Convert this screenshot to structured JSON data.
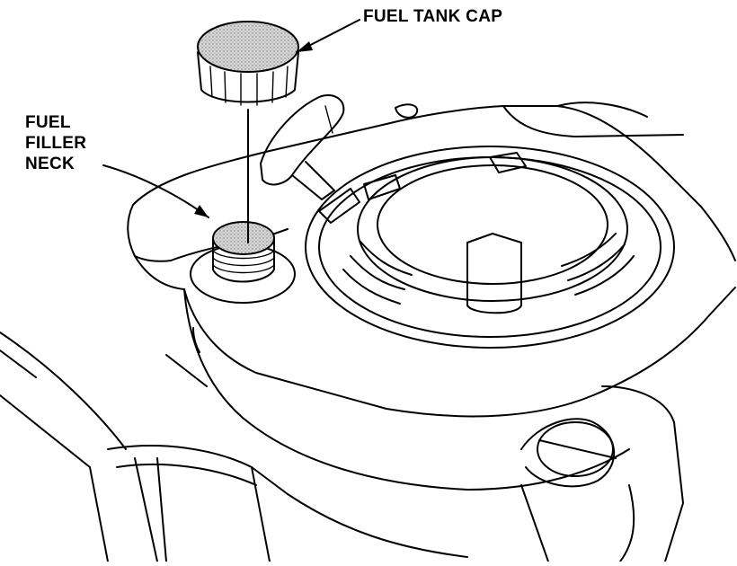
{
  "callouts": {
    "fuel_tank_cap": "FUEL TANK CAP",
    "fuel_filler_neck": [
      "FUEL",
      "FILLER",
      "NECK"
    ]
  },
  "colors": {
    "ink": "#000000",
    "background": "#ffffff",
    "stipple": "#bdbdbd"
  }
}
